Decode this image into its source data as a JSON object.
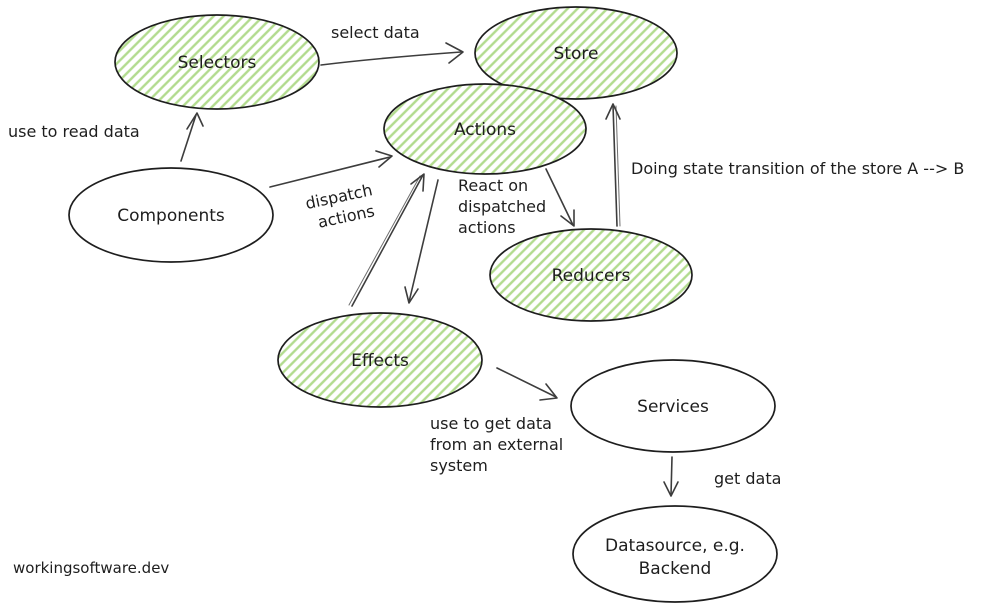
{
  "colors": {
    "ink": "#1e1e1e",
    "arrow": "#3d3d3d",
    "hatch": "#b2db8e",
    "node_fill": "#ffffff"
  },
  "nodes": [
    {
      "id": "selectors",
      "label": "Selectors"
    },
    {
      "id": "store",
      "label": "Store"
    },
    {
      "id": "actions",
      "label": "Actions"
    },
    {
      "id": "components",
      "label": "Components"
    },
    {
      "id": "reducers",
      "label": "Reducers"
    },
    {
      "id": "effects",
      "label": "Effects"
    },
    {
      "id": "services",
      "label": "Services"
    },
    {
      "id": "datasource",
      "label": "Datasource, e.g.",
      "label2": "Backend"
    }
  ],
  "edge_labels": {
    "select_data": "select data",
    "use_to_read_data": "use to read data",
    "dispatch_line1": "dispatch",
    "dispatch_line2": "actions",
    "react_line1": "React on",
    "react_line2": "dispatched",
    "react_line3": "actions",
    "state_transition": "Doing state transition of the store A --> B",
    "get_external_line1": "use to get data",
    "get_external_line2": "from an external",
    "get_external_line3": "system",
    "get_data": "get data"
  },
  "watermark": "workingsoftware.dev"
}
